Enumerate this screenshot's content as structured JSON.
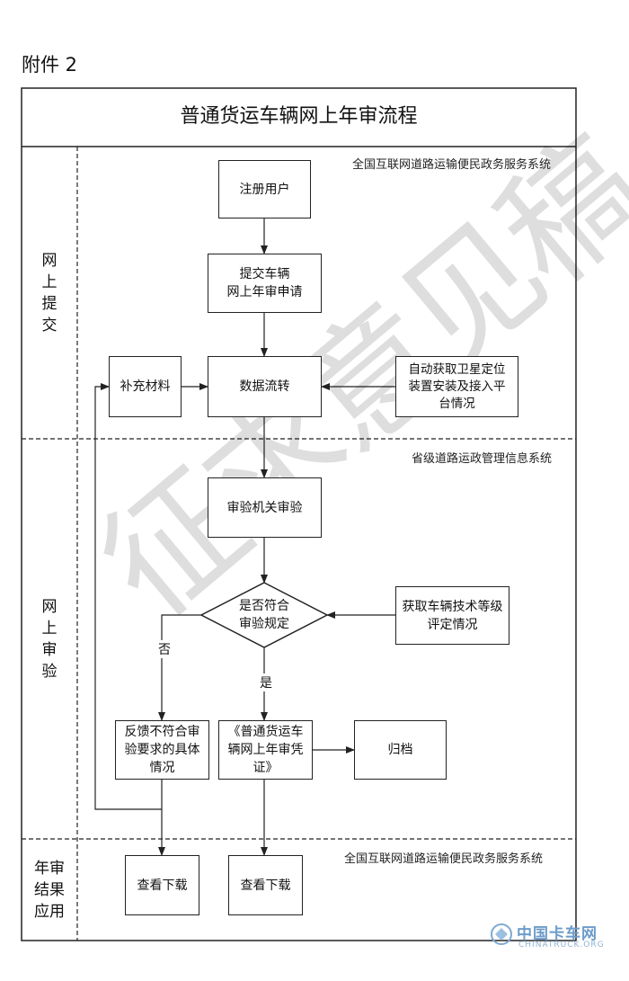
{
  "attachment": "附件 2",
  "title": "普通货运车辆网上年审流程",
  "lanes": {
    "submit": "网\n上\n提\n交",
    "review": "网\n上\n审\n验",
    "result": "年审\n结果\n应用"
  },
  "systems": {
    "national_top": "全国互联网道路运输便民政务服务系统",
    "provincial": "省级道路运政管理信息系统",
    "national_bottom": "全国互联网道路运输便民政务服务系统"
  },
  "nodes": {
    "register": "注册用户",
    "submit_application": "提交车辆\n网上年审申请",
    "data_transfer": "数据流转",
    "supplement": "补充材料",
    "auto_fetch": "自动获取卫星定位\n装置安装及接入平\n台情况",
    "authority_review": "审验机关审验",
    "decision": "是否符合\n审验规定",
    "tech_grade": "获取车辆技术等级\n评定情况",
    "feedback": "反馈不符合审\n验要求的具体\n情况",
    "certificate": "《普通货运车\n辆网上年审凭\n证》",
    "archive": "归档",
    "download_left": "查看下载",
    "download_right": "查看下载"
  },
  "edge_labels": {
    "no": "否",
    "yes": "是"
  },
  "watermark": "征求意见稿",
  "logo": {
    "name_cn": "中国卡车网",
    "name_en": "CHINATRUCK.ORG"
  }
}
